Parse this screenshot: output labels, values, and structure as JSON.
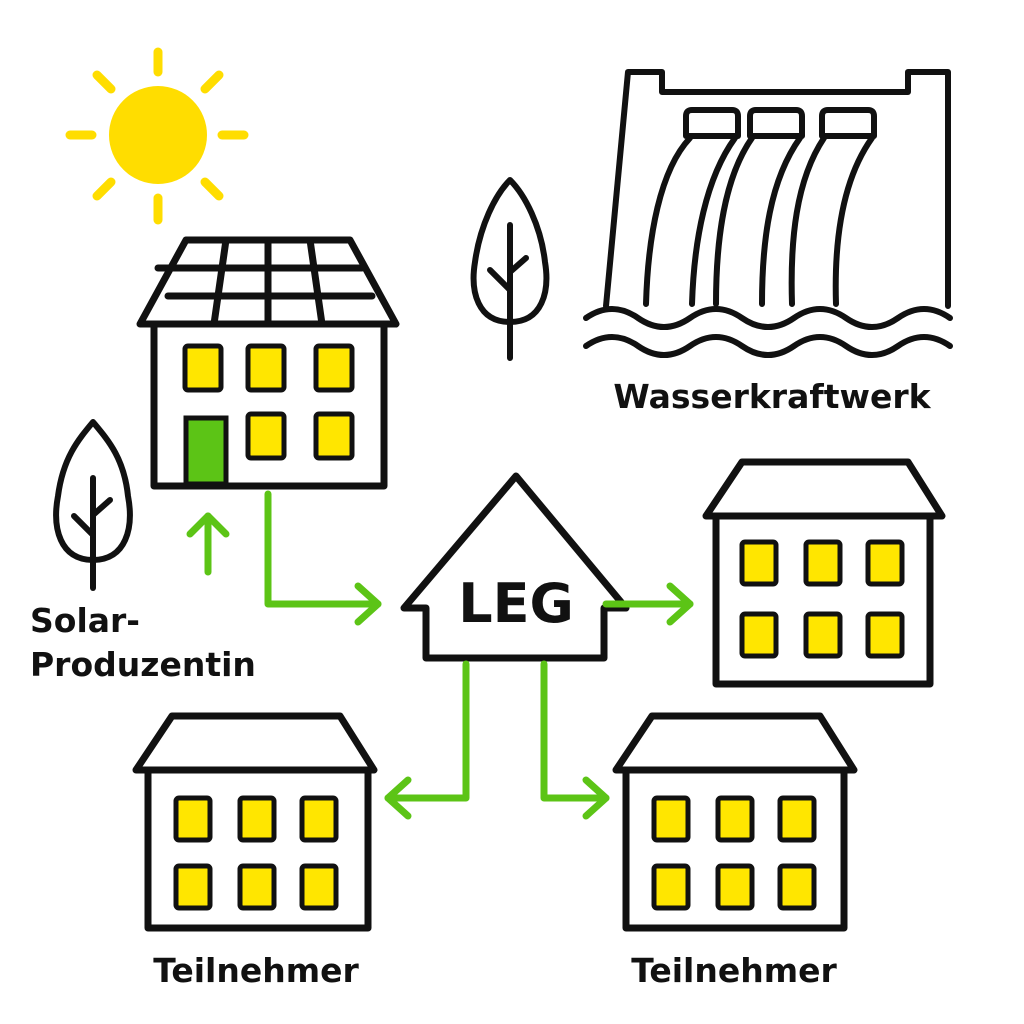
{
  "labels": {
    "solar_line1": "Solar-",
    "solar_line2": "Produzentin",
    "hydro": "Wasserkraftwerk",
    "leg": "LEG",
    "participant_left": "Teilnehmer",
    "participant_right": "Teilnehmer"
  },
  "colors": {
    "sun": "#FFDD00",
    "window": "#FFE600",
    "door": "#5CC416",
    "arrow": "#5CC416",
    "outline": "#111111"
  },
  "icons": {
    "sun": "sun-icon",
    "tree": "tree-icon",
    "solar_panel": "solar-panel-icon",
    "dam": "hydropower-dam-icon",
    "house": "house-icon"
  }
}
